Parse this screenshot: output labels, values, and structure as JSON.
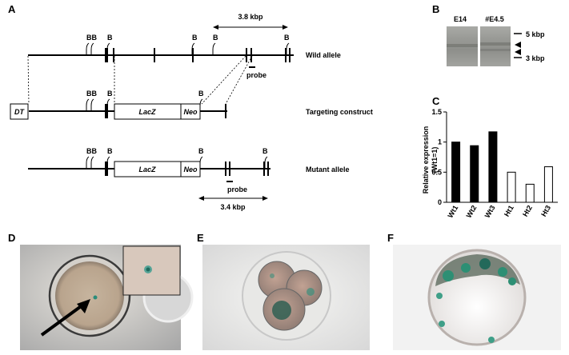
{
  "figure": {
    "panels": {
      "A": "A",
      "B": "B",
      "C": "C",
      "D": "D",
      "E": "E",
      "F": "F"
    },
    "panel_a": {
      "distance_top": "3.8 kbp",
      "distance_bottom": "3.4 kbp",
      "site_b": "B",
      "site_bb": "BB",
      "probe_label": "probe",
      "rows": {
        "wild": "Wild allele",
        "targeting": "Targeting construct",
        "mutant": "Mutant allele"
      },
      "boxes": {
        "dt": "DT",
        "lacz": "LacZ",
        "neo": "Neo"
      }
    },
    "panel_b": {
      "lane1": "E14",
      "lane2": "#E4.5",
      "marker_top": "5 kbp",
      "marker_bottom": "3 kbp"
    }
  },
  "chart_data": {
    "type": "bar",
    "categories": [
      "Wt1",
      "Wt2",
      "Wt3",
      "Ht1",
      "Ht2",
      "Ht3"
    ],
    "values": [
      1.0,
      0.94,
      1.17,
      0.5,
      0.3,
      0.59
    ],
    "bar_colors": [
      "#000000",
      "#000000",
      "#000000",
      "#ffffff",
      "#ffffff",
      "#ffffff"
    ],
    "ylabel_line1": "Relative expression",
    "ylabel_line2": "(Wt1=1)",
    "ylim": [
      0,
      1.5
    ],
    "yticks": [
      "0",
      "0.5",
      "1",
      "1.5"
    ]
  }
}
